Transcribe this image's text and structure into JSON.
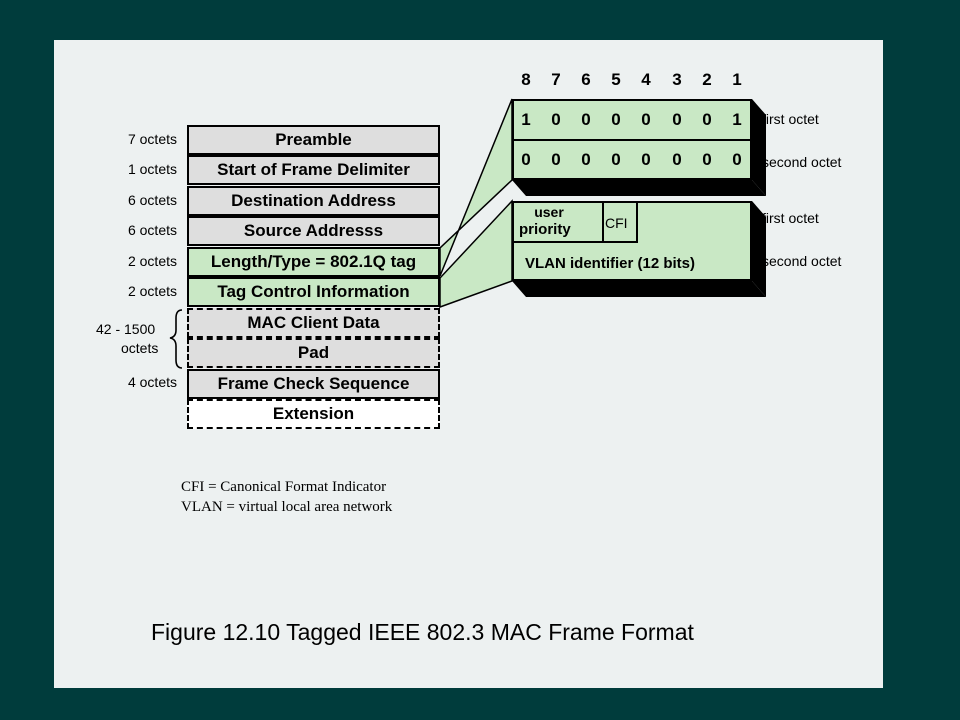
{
  "bit_numbers": [
    "8",
    "7",
    "6",
    "5",
    "4",
    "3",
    "2",
    "1"
  ],
  "frame": {
    "rows": [
      {
        "label": "Preamble",
        "size": "7 octets"
      },
      {
        "label": "Start of Frame Delimiter",
        "size": "1 octets"
      },
      {
        "label": "Destination Address",
        "size": "6 octets"
      },
      {
        "label": "Source Addresss",
        "size": "6 octets"
      },
      {
        "label": "Length/Type = 802.1Q tag",
        "size": "2 octets"
      },
      {
        "label": "Tag Control Information",
        "size": "2 octets"
      },
      {
        "label": "MAC Client Data"
      },
      {
        "label": "Pad"
      },
      {
        "label": "Frame Check Sequence",
        "size": "4 octets"
      },
      {
        "label": "Extension"
      }
    ],
    "data_pad_size_line1": "42 - 1500",
    "data_pad_size_line2": "octets"
  },
  "tag_type": {
    "first_octet_bits": [
      "1",
      "0",
      "0",
      "0",
      "0",
      "0",
      "0",
      "1"
    ],
    "second_octet_bits": [
      "0",
      "0",
      "0",
      "0",
      "0",
      "0",
      "0",
      "0"
    ],
    "first_label": "first octet",
    "second_label": "second octet"
  },
  "tci": {
    "user_priority_line1": "user",
    "user_priority_line2": "priority",
    "cfi": "CFI",
    "vlan": "VLAN identifier (12 bits)",
    "first_label": "first octet",
    "second_label": "second octet"
  },
  "notes": {
    "cfi": "CFI = Canonical Format Indicator",
    "vlan": "VLAN = virtual local area network"
  },
  "caption": "Figure 12.10  Tagged IEEE 802.3 MAC Frame Format",
  "colors": {
    "background": "#003c3c",
    "slide": "#edf1f1",
    "green": "#c9e8c5",
    "grey": "#dedede"
  }
}
